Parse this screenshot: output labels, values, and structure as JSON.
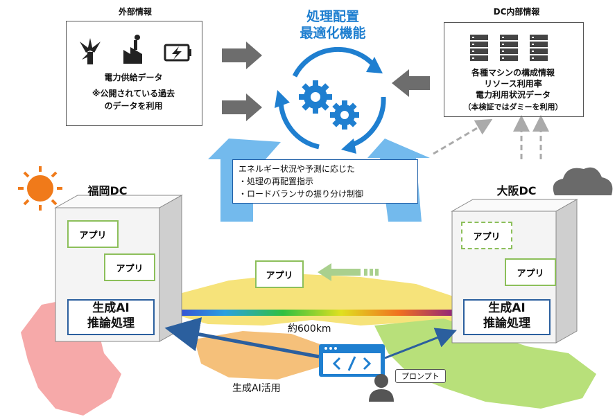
{
  "external": {
    "header": "外部情報",
    "line1": "電力供給データ",
    "line2": "※公開されている過去",
    "line3": "のデータを利用"
  },
  "internal": {
    "header": "DC内部情報",
    "line1": "各種マシンの構成情報",
    "line2": "リソース利用率",
    "line3": "電力利用状況データ",
    "line4": "（本検証ではダミーを利用）"
  },
  "center": {
    "title_line1": "処理配置",
    "title_line2": "最適化機能"
  },
  "callout": {
    "line1": "エネルギー状況や予測に応じた",
    "line2": "・処理の再配置指示",
    "line3": "・ロードバランサの振り分け制御"
  },
  "fukuoka": {
    "name": "福岡DC",
    "app1": "アプリ",
    "app2": "アプリ",
    "ai_line1": "生成AI",
    "ai_line2": "推論処理"
  },
  "osaka": {
    "name": "大阪DC",
    "app1": "アプリ",
    "app2": "アプリ",
    "ai_line1": "生成AI",
    "ai_line2": "推論処理"
  },
  "moving_app": "アプリ",
  "distance": "約600km",
  "usage_label": "生成AI活用",
  "prompt_label": "プロンプト",
  "colors": {
    "accent_blue": "#1f7fd0",
    "app_green": "#8cbf5a",
    "ai_border": "#2b5f9e",
    "sun": "#f07a1a",
    "cloud": "#666666"
  }
}
